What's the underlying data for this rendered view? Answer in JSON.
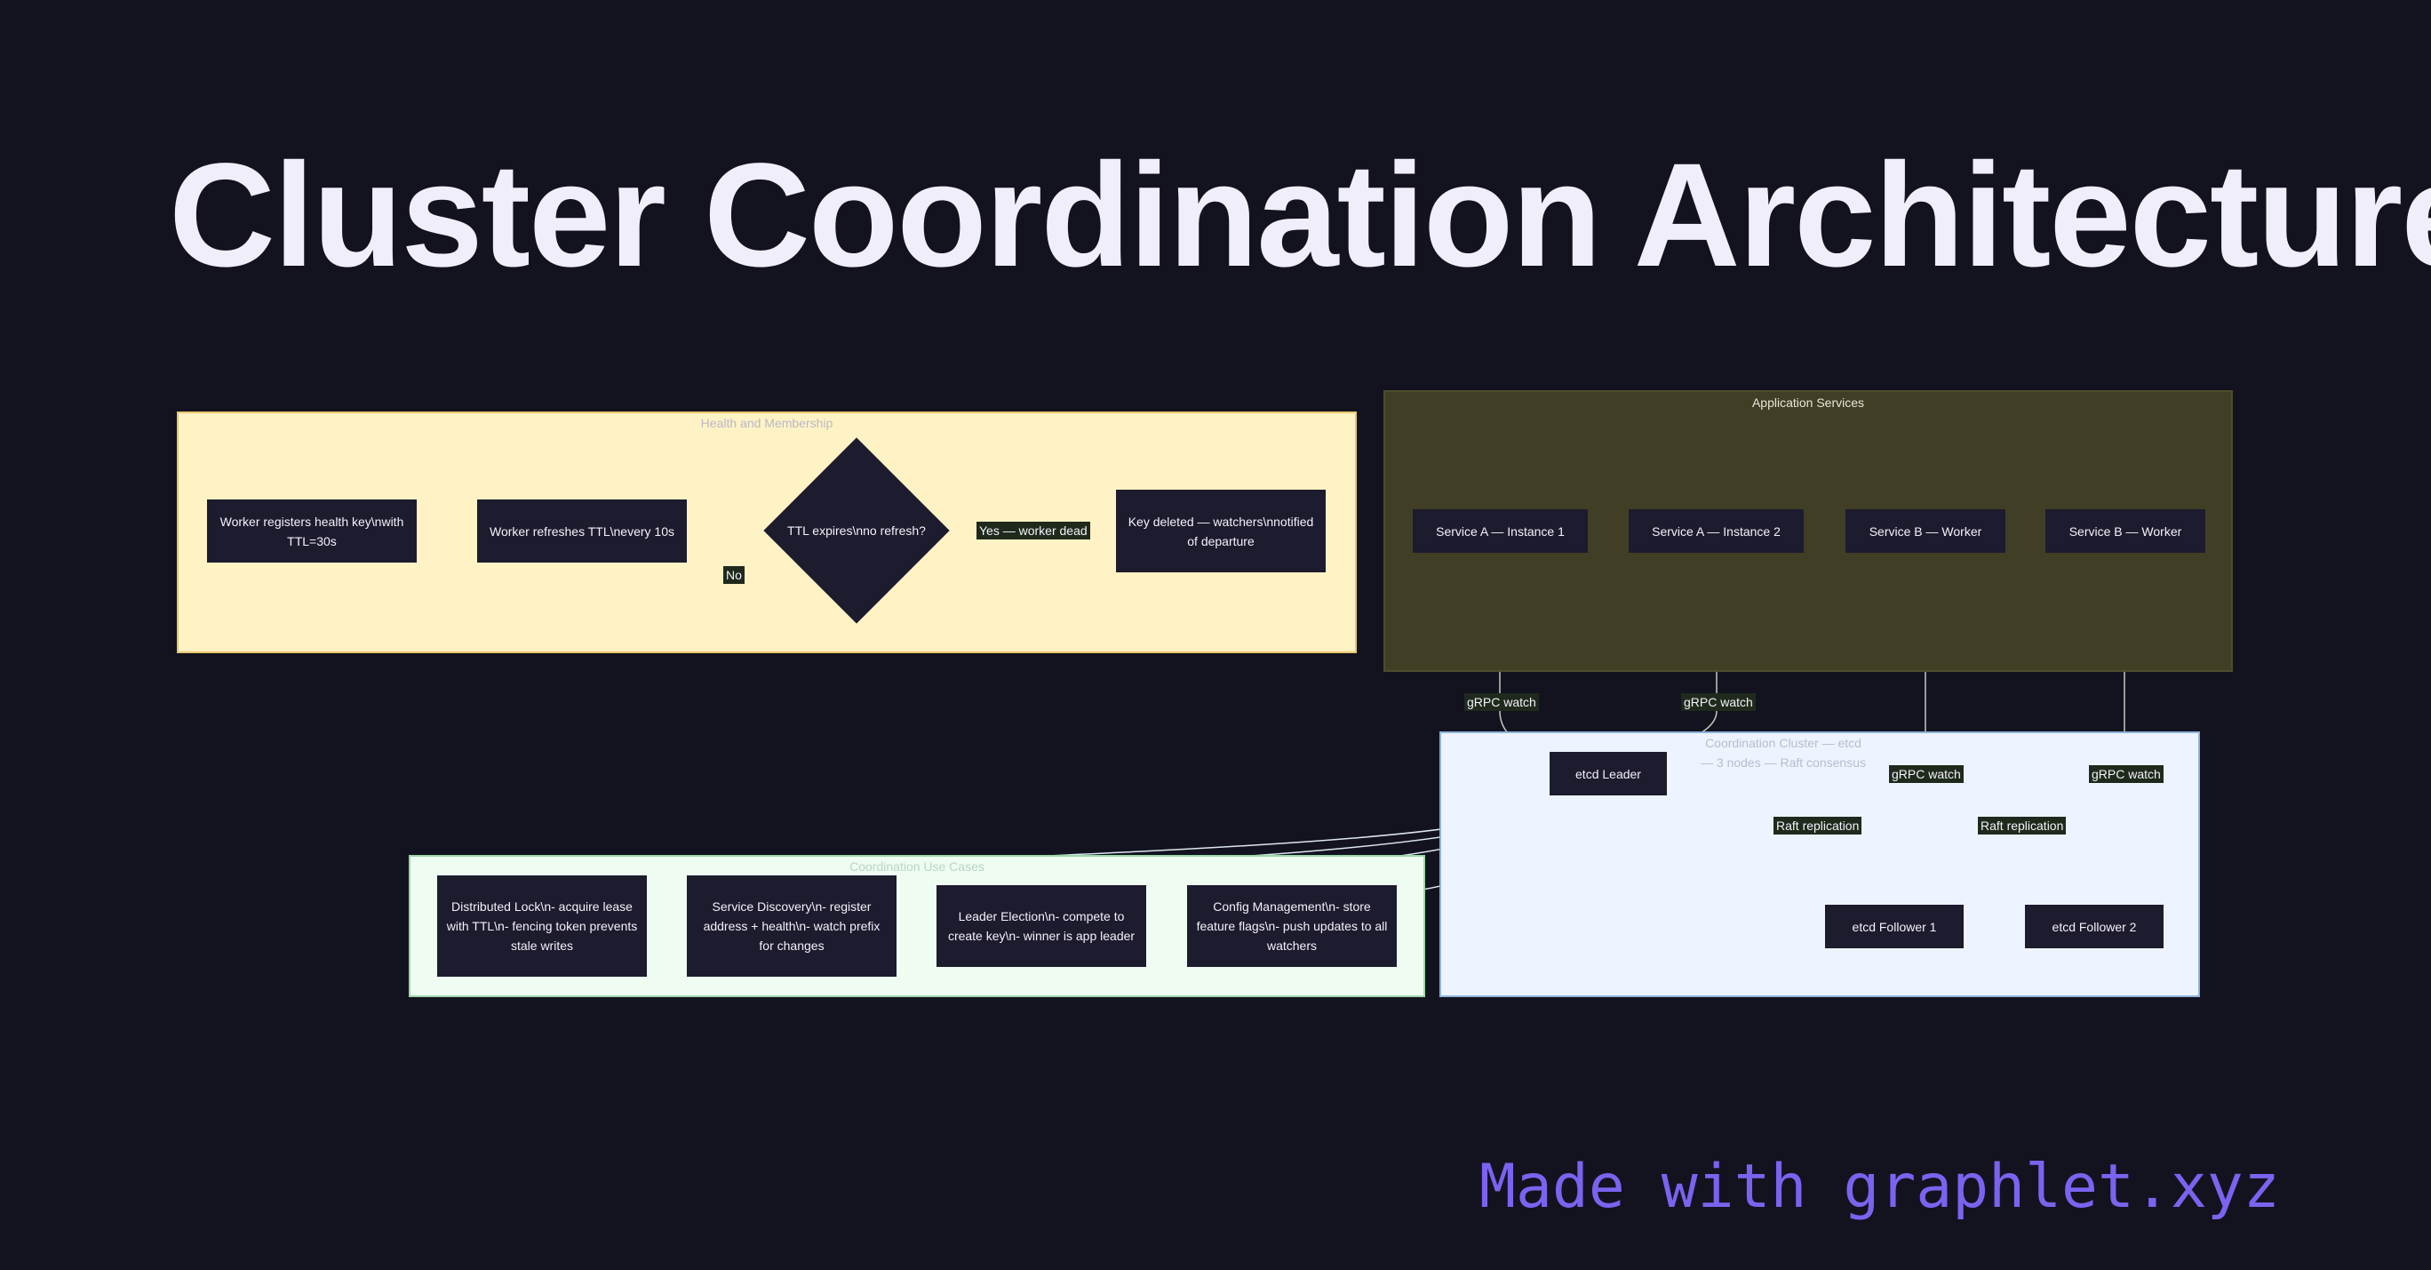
{
  "title": "Cluster Coordination Architecture",
  "footer": "Made with graphlet.xyz",
  "groups": {
    "health": "Health and Membership",
    "app": "Application Services",
    "coord": "Coordination Cluster — etcd — 3 nodes — Raft consensus",
    "use": "Coordination Use Cases"
  },
  "nodes": {
    "worker_register": "Worker registers health key\\nwith TTL=30s",
    "worker_refresh": "Worker refreshes TTL\\nevery 10s",
    "ttl_check": "TTL expires\\nno refresh?",
    "key_deleted": "Key deleted — watchers\\nnotified of departure",
    "svc_a1": "Service A — Instance 1",
    "svc_a2": "Service A — Instance 2",
    "svc_b1": "Service B — Worker",
    "svc_b2": "Service B — Worker",
    "etcd_leader": "etcd Leader",
    "etcd_f1": "etcd Follower 1",
    "etcd_f2": "etcd Follower 2",
    "lock": "Distributed Lock\\n- acquire lease with TTL\\n- fencing token prevents stale writes",
    "discovery": "Service Discovery\\n- register address + health\\n- watch prefix for changes",
    "election": "Leader Election\\n- compete to create key\\n- winner is app leader",
    "config": "Config Management\\n- store feature flags\\n- push updates to all watchers"
  },
  "edge_labels": {
    "no": "No",
    "yes": "Yes — worker dead",
    "grpc_a1": "gRPC watch",
    "grpc_a2": "gRPC watch",
    "grpc_b1": "gRPC watch",
    "grpc_b2": "gRPC watch",
    "raft1": "Raft replication",
    "raft2": "Raft replication"
  }
}
